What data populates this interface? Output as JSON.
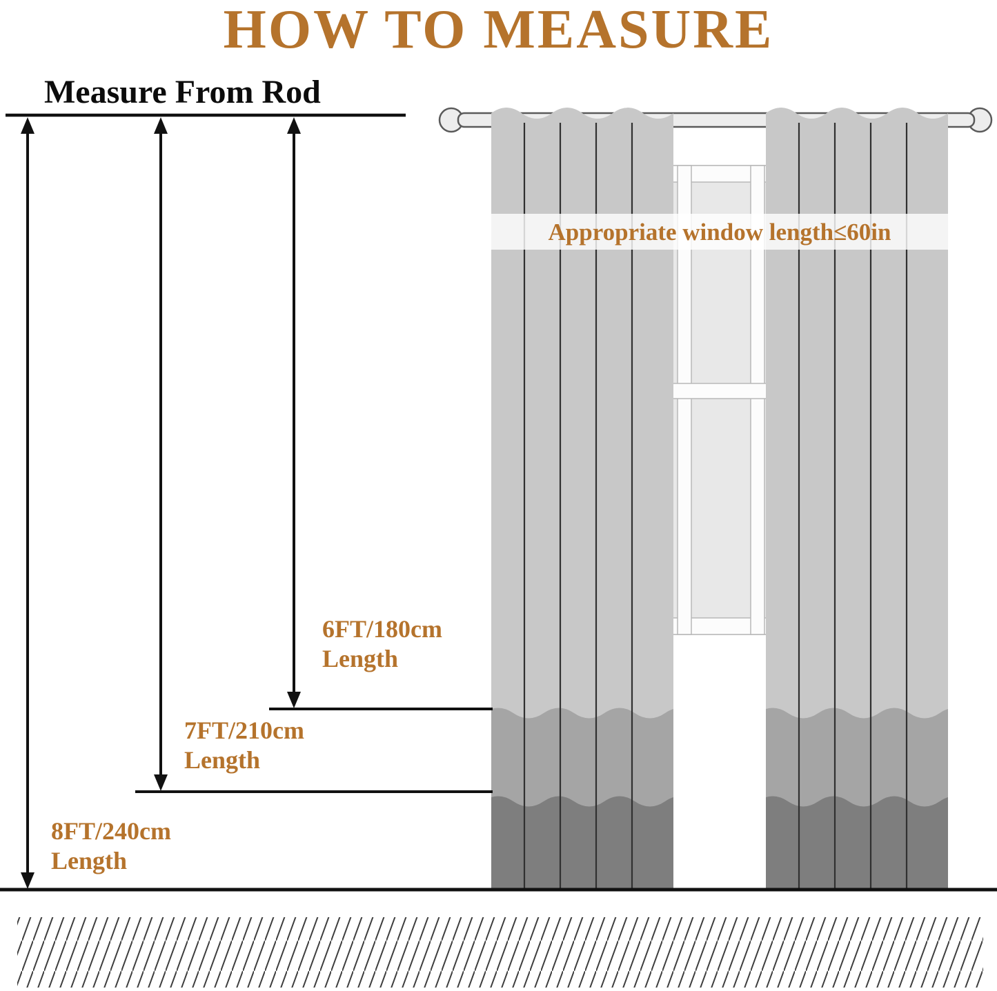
{
  "title": "HOW TO MEASURE",
  "subtitle": "Measure From Rod",
  "banner": "Appropriate window length≤60in",
  "measurements": [
    {
      "value": "6FT/180cm",
      "label": "Length"
    },
    {
      "value": "7FT/210cm",
      "label": "Length"
    },
    {
      "value": "8FT/240cm",
      "label": "Length"
    }
  ],
  "colors": {
    "accent": "#b5732c",
    "line": "#111111",
    "curtain_top": "#c8c8c8",
    "curtain_middle": "#a5a5a5",
    "curtain_bottom": "#7e7e7e",
    "window_pane": "#e8e8e8"
  }
}
